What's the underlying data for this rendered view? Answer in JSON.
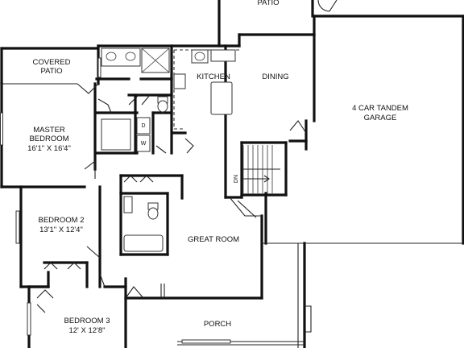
{
  "rooms": {
    "patio": "PATIO",
    "covered_patio": [
      "COVERED",
      "PATIO"
    ],
    "kitchen": "KITCHEN",
    "dining": "DINING",
    "garage": [
      "4 CAR TANDEM",
      "GARAGE"
    ],
    "master": [
      "MASTER",
      "BEDROOM",
      "16'1\" X 16'4\""
    ],
    "bedroom2": [
      "BEDROOM 2",
      "13'1\" X 12'4\""
    ],
    "great_room": "GREAT ROOM",
    "bedroom3": [
      "BEDROOM 3",
      "12' X 12'8\""
    ],
    "porch": "PORCH"
  },
  "appliances": {
    "washer": "W",
    "dryer": "D"
  },
  "stairs": {
    "direction": "DN"
  }
}
